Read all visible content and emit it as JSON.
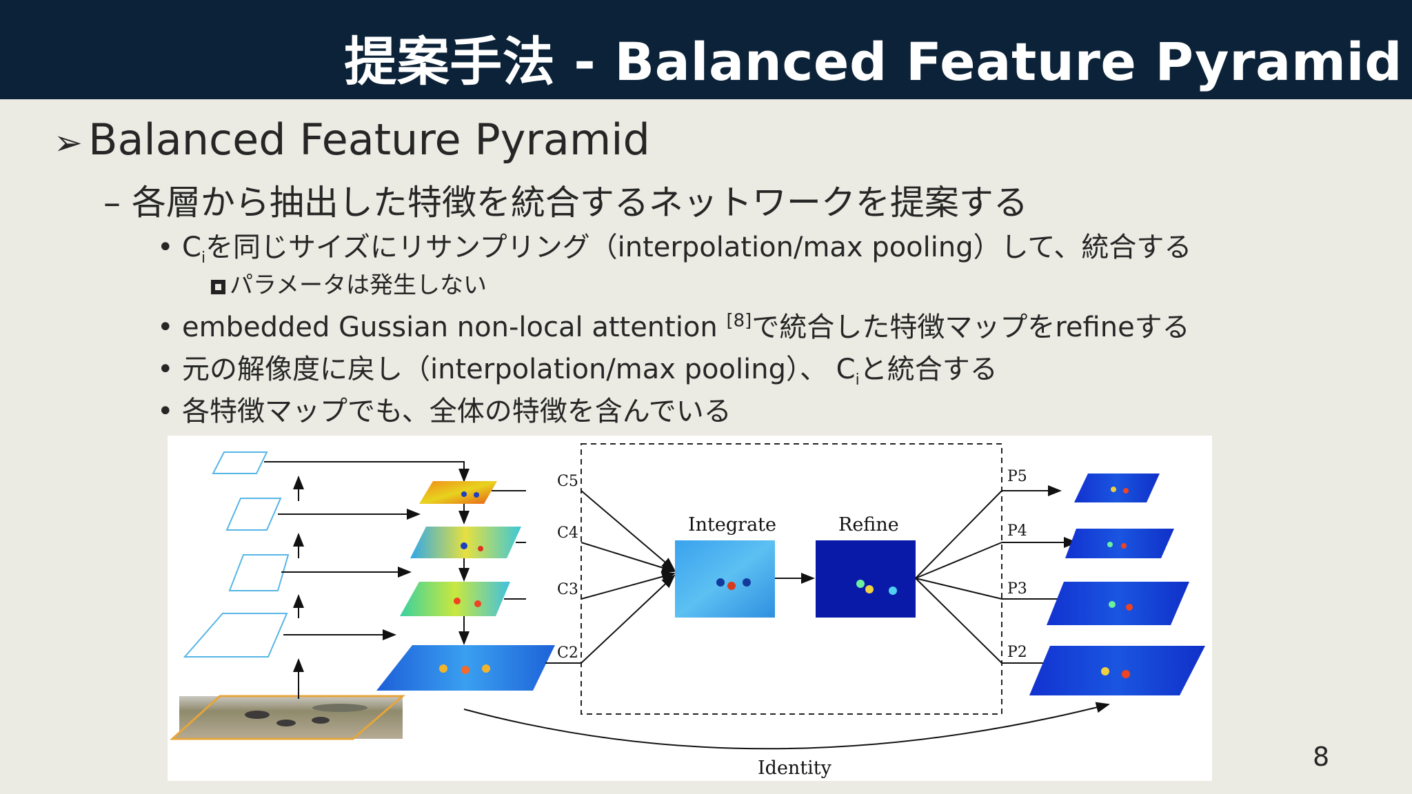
{
  "header": {
    "title": "提案手法 - Balanced Feature Pyramid"
  },
  "content": {
    "level1": {
      "marker": "➢",
      "text": "Balanced Feature Pyramid"
    },
    "level2": {
      "marker": "–",
      "text": "各層から抽出した特徴を統合するネットワークを提案する"
    },
    "bullets": [
      {
        "prefix": "C",
        "sub": "i",
        "text": "を同じサイズにリサンプリング（interpolation/max pooling）して、統合する"
      },
      {
        "text": "embedded Gussian non-local attention ",
        "sup": "[8]",
        "suffix": "で統合した特徴マップをrefineする"
      },
      {
        "text": "元の解像度に戻し（interpolation/max pooling）、 C",
        "sub": "i",
        "suffix": "と統合する"
      },
      {
        "text": "各特徴マップでも、全体の特徴を含んでいる"
      }
    ],
    "subbullet": {
      "text": "パラメータは発生しない"
    }
  },
  "figure": {
    "labels": {
      "c5": "C5",
      "c4": "C4",
      "c3": "C3",
      "c2": "C2",
      "integrate": "Integrate",
      "refine": "Refine",
      "p5": "P5",
      "p4": "P4",
      "p3": "P3",
      "p2": "P2",
      "identity": "Identity"
    }
  },
  "page_number": "8",
  "colors": {
    "header_bg": "#0b2238",
    "slide_bg": "#ebebe3",
    "frame_outline": "#55b5e6"
  }
}
